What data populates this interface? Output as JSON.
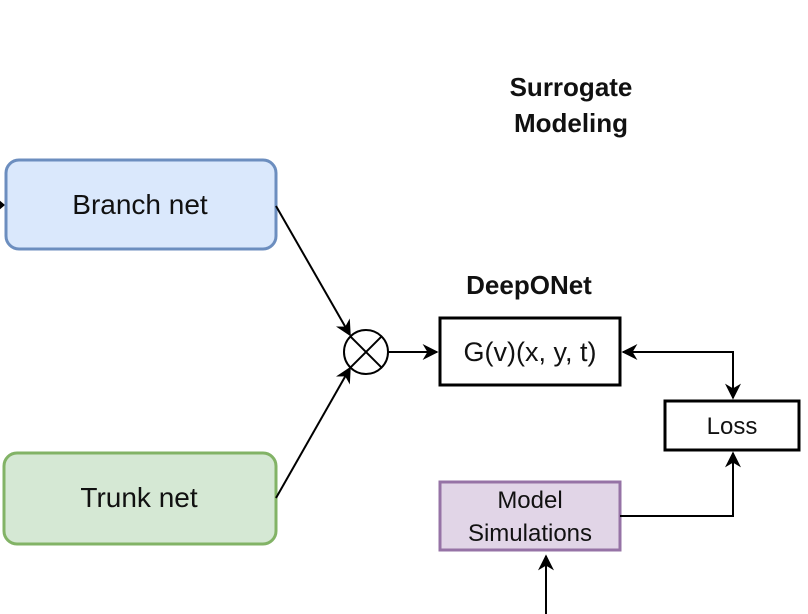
{
  "title": {
    "line1": "Surrogate",
    "line2": "Modeling"
  },
  "deeponet_label": "DeepONet",
  "branch_net": {
    "label": "Branch net",
    "fill": "#dae8fc",
    "stroke": "#6c8ebf"
  },
  "trunk_net": {
    "label": "Trunk net",
    "fill": "#d5e8d4",
    "stroke": "#82b366"
  },
  "operator_box": {
    "label": "G(v)(x, y, t)"
  },
  "loss_box": {
    "label": "Loss"
  },
  "simulations_box": {
    "line1": "Model",
    "line2": "Simulations",
    "fill": "#e1d5e7",
    "stroke": "#9673a6"
  },
  "combine_node": {
    "symbol": "product-circle"
  }
}
